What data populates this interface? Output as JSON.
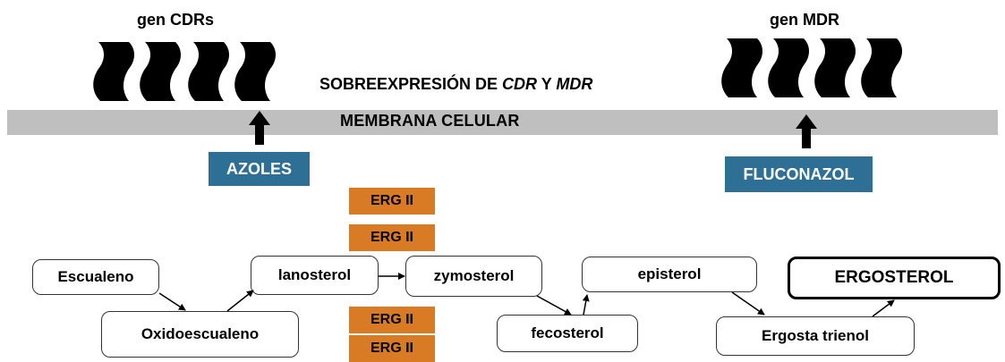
{
  "genes": {
    "left_title": "gen CDRs",
    "right_title": "gen MDR"
  },
  "overexpression": {
    "prefix": "SOBREEXPRESIÓN DE ",
    "cdr": "CDR",
    "connector": " Y ",
    "mdr": "MDR"
  },
  "membrane": {
    "label": "MEMBRANA CELULAR"
  },
  "drugs": {
    "left": "AZOLES",
    "right": "FLUCONAZOL"
  },
  "enzymes": [
    "ERG II",
    "ERG II",
    "ERG II",
    "ERG II"
  ],
  "pathway": {
    "escualeno": "Escualeno",
    "oxidoescualeno": "Oxidoescualeno",
    "lanosterol": "lanosterol",
    "zymosterol": "zymosterol",
    "fecosterol": "fecosterol",
    "episterol": "episterol",
    "ergosta_trienol": "Ergosta trienol",
    "ergosterol": "ERGOSTEROL"
  },
  "colors": {
    "drug_box": "#2e6f95",
    "enzyme_box": "#d97a24",
    "membrane": "#bfbfbf"
  }
}
